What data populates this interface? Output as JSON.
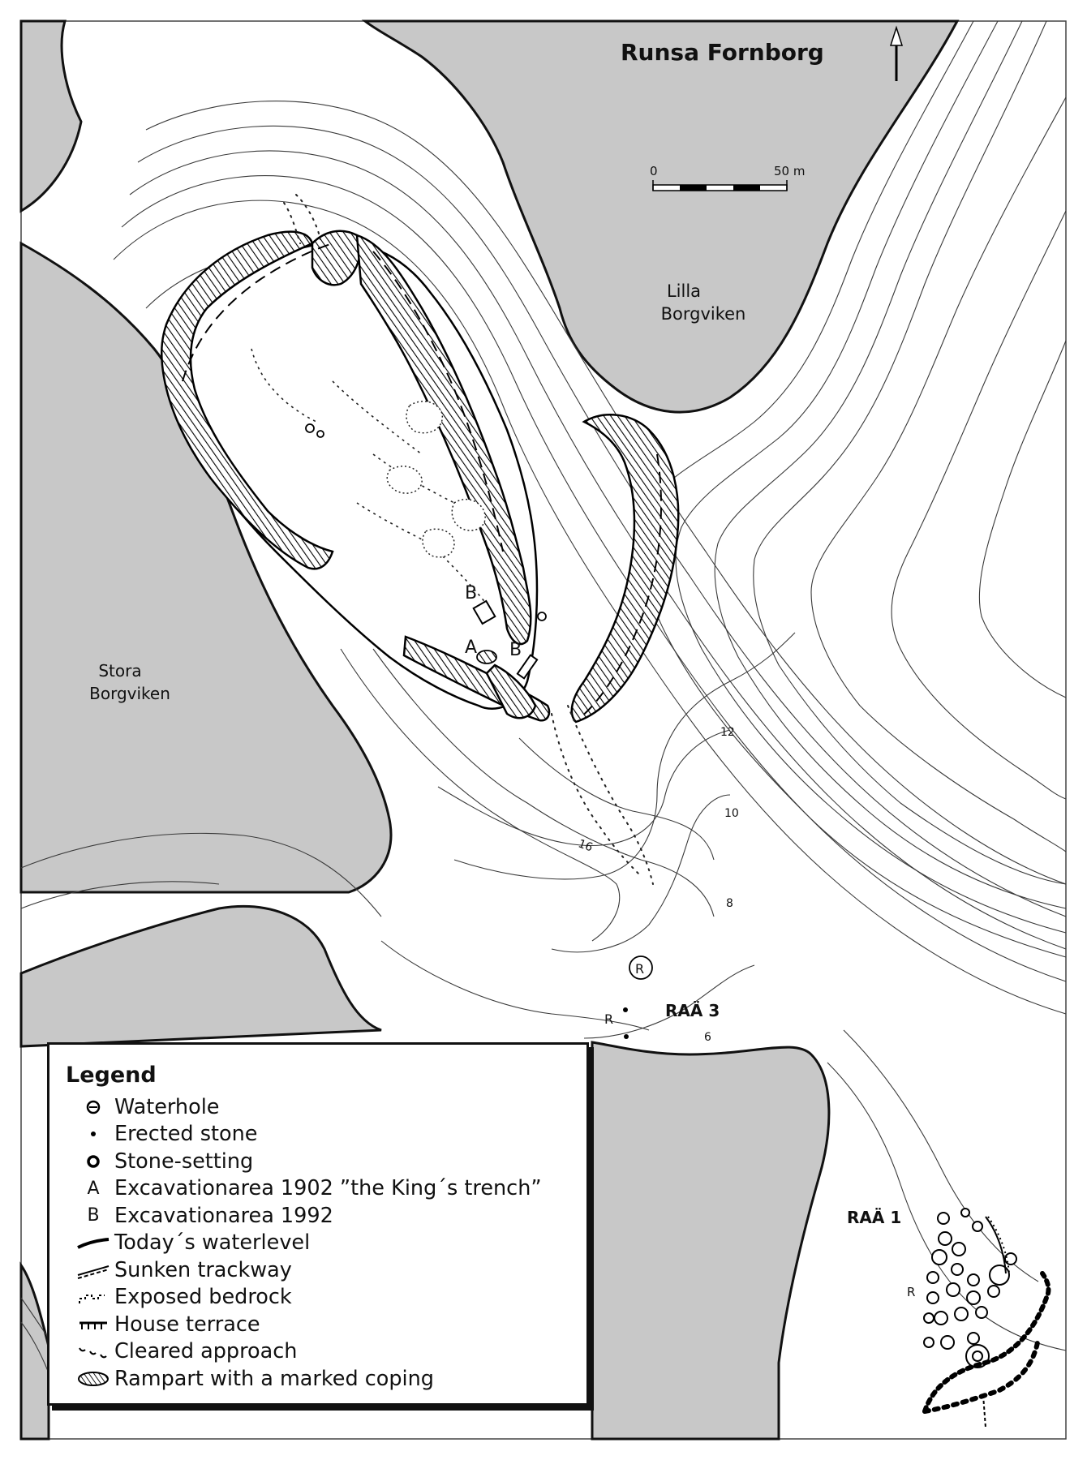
{
  "map": {
    "title": "Runsa Fornborg",
    "scale_bar": {
      "start_label": "0",
      "end_label": "50 m"
    },
    "places": {
      "lilla": [
        "Lilla",
        "Borgviken"
      ],
      "stora": [
        "Stora",
        "Borgviken"
      ]
    },
    "monuments": {
      "raa3": "RAÄ 3",
      "raa1": "RAÄ 1"
    },
    "area_labels": {
      "a": "A",
      "b1": "B",
      "b2": "B",
      "r1": "R",
      "r2": "R",
      "r3": "R"
    },
    "contour_labels": {
      "c12": "12",
      "c10": "10",
      "c8": "8",
      "c6": "6",
      "c16": "16"
    },
    "colors": {
      "water": "#c8c8c8",
      "land": "#ffffff",
      "ink": "#111111"
    }
  },
  "legend": {
    "heading": "Legend",
    "items": [
      {
        "icon": "waterhole-icon",
        "label": "Waterhole"
      },
      {
        "icon": "erected-stone-icon",
        "label": "Erected stone"
      },
      {
        "icon": "stone-setting-icon",
        "label": "Stone-setting"
      },
      {
        "icon": "letter-a-icon",
        "label": "Excavationarea 1902 ”the King´s trench”"
      },
      {
        "icon": "letter-b-icon",
        "label": "Excavationarea 1992"
      },
      {
        "icon": "waterlevel-line-icon",
        "label": "Today´s waterlevel"
      },
      {
        "icon": "sunken-trackway-icon",
        "label": "Sunken trackway"
      },
      {
        "icon": "exposed-bedrock-icon",
        "label": "Exposed bedrock"
      },
      {
        "icon": "house-terrace-icon",
        "label": "House terrace"
      },
      {
        "icon": "cleared-approach-icon",
        "label": "Cleared approach"
      },
      {
        "icon": "rampart-coping-icon",
        "label": "Rampart with a marked coping"
      }
    ]
  }
}
